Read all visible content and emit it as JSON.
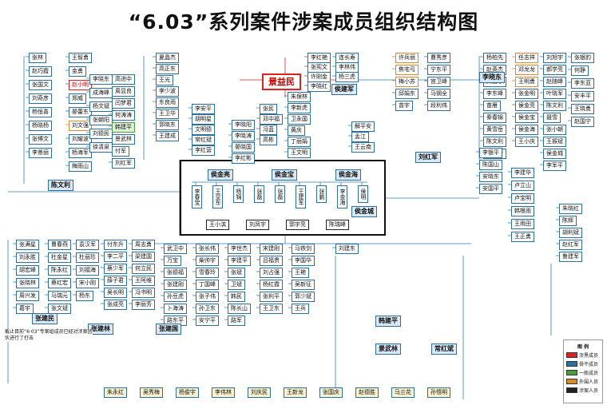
{
  "title": "“6.03”系列案件涉案成员组织结构图",
  "center": "景益民",
  "note": "截止目前“6·03”专案组成员已经对涉案团伙进行了打击",
  "legend_title": "图 例",
  "nodes": [
    {
      "t": "张林",
      "c": "blue"
    },
    {
      "t": "赵巧霞",
      "c": "blue"
    },
    {
      "t": "张国文",
      "c": "blue"
    },
    {
      "t": "刘奇彦",
      "c": "blue"
    },
    {
      "t": "杨恒喜",
      "c": "blue"
    },
    {
      "t": "杨晓杨",
      "c": "blue"
    },
    {
      "t": "张博文",
      "c": "blue"
    },
    {
      "t": "李景丽",
      "c": "blue"
    },
    {
      "t": "王智勇",
      "c": "blue"
    },
    {
      "t": "金勇",
      "c": "blue"
    },
    {
      "t": "赵小明",
      "c": "red"
    },
    {
      "t": "郑威",
      "c": "blue"
    },
    {
      "t": "晏蕾东",
      "c": "blue"
    },
    {
      "t": "刘文强",
      "c": "orange"
    },
    {
      "t": "刘耀波",
      "c": "blue"
    },
    {
      "t": "杨海军",
      "c": "blue"
    },
    {
      "t": "梅雨山",
      "c": "blue"
    },
    {
      "t": "李晓东",
      "c": "blue"
    },
    {
      "t": "成海峰",
      "c": "blue"
    },
    {
      "t": "杨文斌",
      "c": "blue"
    },
    {
      "t": "张朝阳",
      "c": "blue"
    },
    {
      "t": "刘德民",
      "c": "blue"
    },
    {
      "t": "徐清泉",
      "c": "blue"
    },
    {
      "t": "高进中",
      "c": "blue"
    },
    {
      "t": "周显良",
      "c": "blue"
    },
    {
      "t": "闫梦君",
      "c": "blue"
    },
    {
      "t": "何涛涛",
      "c": "blue"
    },
    {
      "t": "韩建平",
      "c": "green"
    },
    {
      "t": "景武林",
      "c": "blue"
    },
    {
      "t": "付军",
      "c": "blue"
    },
    {
      "t": "刘红军",
      "c": "blue"
    },
    {
      "t": "夏晶杰",
      "c": "blue"
    },
    {
      "t": "高正东",
      "c": "blue"
    },
    {
      "t": "王光",
      "c": "blue"
    },
    {
      "t": "李少波",
      "c": "blue"
    },
    {
      "t": "东良雨",
      "c": "blue"
    },
    {
      "t": "王卫华",
      "c": "blue"
    },
    {
      "t": "郭晓东",
      "c": "blue"
    },
    {
      "t": "王建成",
      "c": "blue"
    },
    {
      "t": "李安平",
      "c": "blue"
    },
    {
      "t": "胡明星",
      "c": "blue"
    },
    {
      "t": "文明德",
      "c": "blue"
    },
    {
      "t": "常红斌",
      "c": "blue"
    },
    {
      "t": "李红营",
      "c": "blue"
    },
    {
      "t": "李晓阳",
      "c": "blue"
    },
    {
      "t": "李晓涛",
      "c": "blue"
    },
    {
      "t": "晏晓国",
      "c": "blue"
    },
    {
      "t": "李红彬",
      "c": "blue"
    },
    {
      "t": "张民",
      "c": "blue"
    },
    {
      "t": "邓中福",
      "c": "blue"
    },
    {
      "t": "冯蓝",
      "c": "blue"
    },
    {
      "t": "高彬",
      "c": "blue"
    },
    {
      "t": "李红艳",
      "c": "blue"
    },
    {
      "t": "张宪文",
      "c": "blue"
    },
    {
      "t": "许刚金",
      "c": "blue"
    },
    {
      "t": "李晓红",
      "c": "blue"
    },
    {
      "t": "连长寿",
      "c": "blue"
    },
    {
      "t": "李林伟",
      "c": "blue"
    },
    {
      "t": "杨三虎",
      "c": "blue"
    },
    {
      "t": "朱保林",
      "c": "blue"
    },
    {
      "t": "李新虎",
      "c": "blue"
    },
    {
      "t": "卫永国",
      "c": "blue"
    },
    {
      "t": "黄庆",
      "c": "blue"
    },
    {
      "t": "丁丽娟",
      "c": "blue"
    },
    {
      "t": "王文明",
      "c": "blue"
    },
    {
      "t": "解平安",
      "c": "blue"
    },
    {
      "t": "孟江",
      "c": "blue"
    },
    {
      "t": "王云南",
      "c": "blue"
    },
    {
      "t": "许兵丽",
      "c": "orange"
    },
    {
      "t": "焦宅弓",
      "c": "orange"
    },
    {
      "t": "梅小苏",
      "c": "orange"
    },
    {
      "t": "邱娟东",
      "c": "blue"
    },
    {
      "t": "曾宇",
      "c": "blue"
    },
    {
      "t": "曹秀彦",
      "c": "blue"
    },
    {
      "t": "宁东平",
      "c": "blue"
    },
    {
      "t": "宫卫峰",
      "c": "blue"
    },
    {
      "t": "马钢全",
      "c": "blue"
    },
    {
      "t": "段利伟",
      "c": "blue"
    },
    {
      "t": "杨柏先",
      "c": "blue"
    },
    {
      "t": "赵英杰",
      "c": "blue"
    },
    {
      "t": "高富学",
      "c": "blue"
    },
    {
      "t": "李东峰",
      "c": "blue"
    },
    {
      "t": "苗雁",
      "c": "blue"
    },
    {
      "t": "秦春锦",
      "c": "blue"
    },
    {
      "t": "黄雪岳",
      "c": "blue"
    },
    {
      "t": "陈文利",
      "c": "blue"
    },
    {
      "t": "李培新",
      "c": "blue"
    },
    {
      "t": "任志祥",
      "c": "orange"
    },
    {
      "t": "邓龙龙",
      "c": "orange"
    },
    {
      "t": "王明勇",
      "c": "orange"
    },
    {
      "t": "张金明",
      "c": "blue"
    },
    {
      "t": "侯金亮",
      "c": "blue"
    },
    {
      "t": "侯金宝",
      "c": "blue"
    },
    {
      "t": "侯金海",
      "c": "blue"
    },
    {
      "t": "王小庆",
      "c": "blue"
    },
    {
      "t": "刘旭宇",
      "c": "blue"
    },
    {
      "t": "郝学亮",
      "c": "blue"
    },
    {
      "t": "赵随峰",
      "c": "blue"
    },
    {
      "t": "叶晓军",
      "c": "blue"
    },
    {
      "t": "陈文利",
      "c": "blue"
    },
    {
      "t": "聂雪",
      "c": "blue"
    },
    {
      "t": "张小朝",
      "c": "blue"
    },
    {
      "t": "王振斌",
      "c": "blue"
    },
    {
      "t": "侯金城",
      "c": "blue"
    },
    {
      "t": "李军平",
      "c": "blue"
    },
    {
      "t": "张银豹",
      "c": "blue"
    },
    {
      "t": "何静",
      "c": "blue"
    },
    {
      "t": "李东亚",
      "c": "blue"
    },
    {
      "t": "安丰平",
      "c": "blue"
    },
    {
      "t": "王晓勇",
      "c": "blue"
    },
    {
      "t": "赵国宁",
      "c": "blue"
    },
    {
      "t": "李银平",
      "c": "blue"
    },
    {
      "t": "陈国山",
      "c": "blue"
    },
    {
      "t": "安晓东",
      "c": "blue"
    },
    {
      "t": "安国平",
      "c": "blue"
    },
    {
      "t": "李建华",
      "c": "blue"
    },
    {
      "t": "卢立山",
      "c": "blue"
    },
    {
      "t": "卢宝明",
      "c": "blue"
    },
    {
      "t": "韩根雨",
      "c": "blue"
    },
    {
      "t": "王雨田",
      "c": "blue"
    },
    {
      "t": "王正勇",
      "c": "blue"
    },
    {
      "t": "朱晓红",
      "c": "blue"
    },
    {
      "t": "陈辉",
      "c": "blue"
    },
    {
      "t": "胡利斌",
      "c": "blue"
    },
    {
      "t": "赵红军",
      "c": "blue"
    },
    {
      "t": "鲁建军",
      "c": "blue"
    },
    {
      "t": "张满星",
      "c": "blue"
    },
    {
      "t": "刘永胜",
      "c": "blue"
    },
    {
      "t": "胡宏峰",
      "c": "blue"
    },
    {
      "t": "张晓林",
      "c": "blue"
    },
    {
      "t": "周兴发",
      "c": "blue"
    },
    {
      "t": "葛宇",
      "c": "blue"
    },
    {
      "t": "曹春燕",
      "c": "blue"
    },
    {
      "t": "杜金星",
      "c": "blue"
    },
    {
      "t": "陈永红",
      "c": "blue"
    },
    {
      "t": "蔡红宏",
      "c": "blue"
    },
    {
      "t": "马瑞元",
      "c": "blue"
    },
    {
      "t": "张文斌",
      "c": "blue"
    },
    {
      "t": "袁汉军",
      "c": "blue"
    },
    {
      "t": "杜丽珍",
      "c": "blue"
    },
    {
      "t": "刘福海",
      "c": "blue"
    },
    {
      "t": "宋小刚",
      "c": "blue"
    },
    {
      "t": "杨东",
      "c": "blue"
    },
    {
      "t": "付东升",
      "c": "blue"
    },
    {
      "t": "李二平",
      "c": "blue"
    },
    {
      "t": "蔡少军",
      "c": "blue"
    },
    {
      "t": "薛子君",
      "c": "blue"
    },
    {
      "t": "吴长明",
      "c": "blue"
    },
    {
      "t": "张成亮",
      "c": "blue"
    },
    {
      "t": "周志勇",
      "c": "blue"
    },
    {
      "t": "梁建国",
      "c": "blue"
    },
    {
      "t": "何立民",
      "c": "blue"
    },
    {
      "t": "王阿维",
      "c": "blue"
    },
    {
      "t": "冯书明",
      "c": "blue"
    },
    {
      "t": "李丽芳",
      "c": "blue"
    },
    {
      "t": "武卫中",
      "c": "blue"
    },
    {
      "t": "万宝",
      "c": "blue"
    },
    {
      "t": "张德福",
      "c": "blue"
    },
    {
      "t": "张建刚",
      "c": "blue"
    },
    {
      "t": "孙豆虎",
      "c": "blue"
    },
    {
      "t": "卜海涛",
      "c": "blue"
    },
    {
      "t": "路东平",
      "c": "blue"
    },
    {
      "t": "张长伟",
      "c": "blue"
    },
    {
      "t": "柴帅宇",
      "c": "blue"
    },
    {
      "t": "雪春玲",
      "c": "blue"
    },
    {
      "t": "丁国峰",
      "c": "blue"
    },
    {
      "t": "张子伟",
      "c": "blue"
    },
    {
      "t": "孙卫东",
      "c": "blue"
    },
    {
      "t": "安宁平",
      "c": "blue"
    },
    {
      "t": "李世杰",
      "c": "blue"
    },
    {
      "t": "李建平",
      "c": "blue"
    },
    {
      "t": "张斌",
      "c": "blue"
    },
    {
      "t": "卫斌",
      "c": "blue"
    },
    {
      "t": "韩民",
      "c": "blue"
    },
    {
      "t": "陈长山",
      "c": "blue"
    },
    {
      "t": "路军",
      "c": "blue"
    },
    {
      "t": "宋建刚",
      "c": "blue"
    },
    {
      "t": "吕福贵",
      "c": "blue"
    },
    {
      "t": "刘占强",
      "c": "blue"
    },
    {
      "t": "杨红霞",
      "c": "blue"
    },
    {
      "t": "张利平",
      "c": "blue"
    },
    {
      "t": "王卫东",
      "c": "blue"
    },
    {
      "t": "马铁剑",
      "c": "blue"
    },
    {
      "t": "李国华",
      "c": "blue"
    },
    {
      "t": "王艳",
      "c": "blue"
    },
    {
      "t": "吴新征",
      "c": "blue"
    },
    {
      "t": "郭少斌",
      "c": "blue"
    },
    {
      "t": "王兵",
      "c": "blue"
    },
    {
      "t": "刘建东",
      "c": "blue"
    }
  ],
  "leaders": [
    "侯金亮",
    "侯金宝",
    "侯金海",
    "陈文利",
    "侯金城",
    "张建民",
    "张建林",
    "张建国",
    "韩建平",
    "景武林",
    "刘红军",
    "李晓东",
    "侯建军",
    "常红斌"
  ],
  "bottom_labels": [
    "朱永红",
    "吴秀梅",
    "杨俊宇",
    "李伟林",
    "刘庆民",
    "王新龙",
    "张国庆",
    "赵德胜",
    "马兰花",
    "孙悟明"
  ],
  "legend_items": [
    "涉黑成员",
    "骨干成员",
    "一般成员",
    "外围人员",
    "涉案人员"
  ],
  "legend_colors": [
    "#d22",
    "#2a6f9e",
    "#4f9a3c",
    "#d98a2b",
    "#222"
  ]
}
